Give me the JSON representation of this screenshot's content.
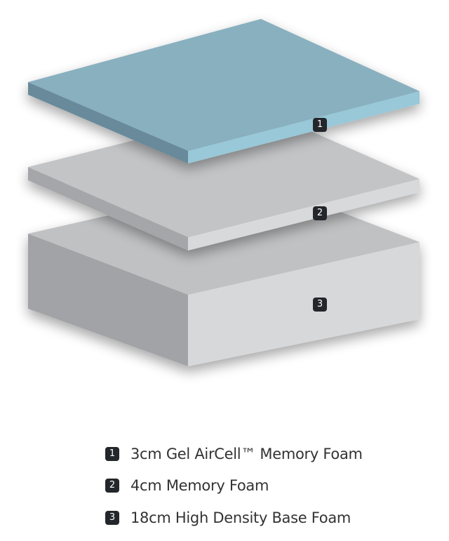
{
  "layers": [
    {
      "number": "1",
      "label": "3cm Gel AirCell™ Memory Foam",
      "color": "#89b0bf"
    },
    {
      "number": "2",
      "label": "4cm Memory Foam",
      "color": "#c3c4c6"
    },
    {
      "number": "3",
      "label": "18cm High Density Base Foam",
      "color": "#c0c1c3"
    }
  ]
}
